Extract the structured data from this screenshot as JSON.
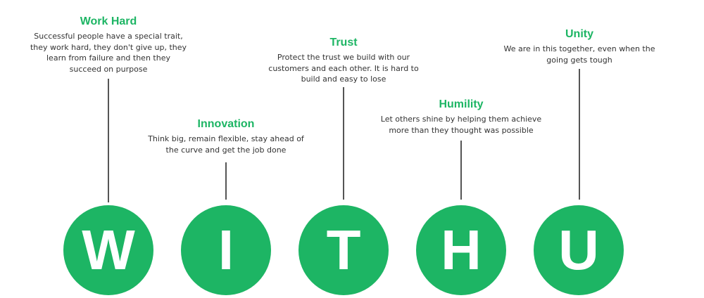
{
  "accent_color": "#1db564",
  "values": [
    {
      "letter": "W",
      "title": "Work Hard",
      "description": "Successful people have a special trait, they work hard, they don't give up, they learn from failure and then they succeed on purpose"
    },
    {
      "letter": "I",
      "title": "Innovation",
      "description": "Think big, remain flexible, stay ahead of the curve and get the job done"
    },
    {
      "letter": "T",
      "title": "Trust",
      "description": "Protect the trust we build with our customers and each other. It is hard to build and easy to lose"
    },
    {
      "letter": "H",
      "title": "Humility",
      "description": "Let others shine by helping them achieve more than they thought was possible"
    },
    {
      "letter": "U",
      "title": "Unity",
      "description": "We are in this together, even when the going gets tough"
    }
  ]
}
